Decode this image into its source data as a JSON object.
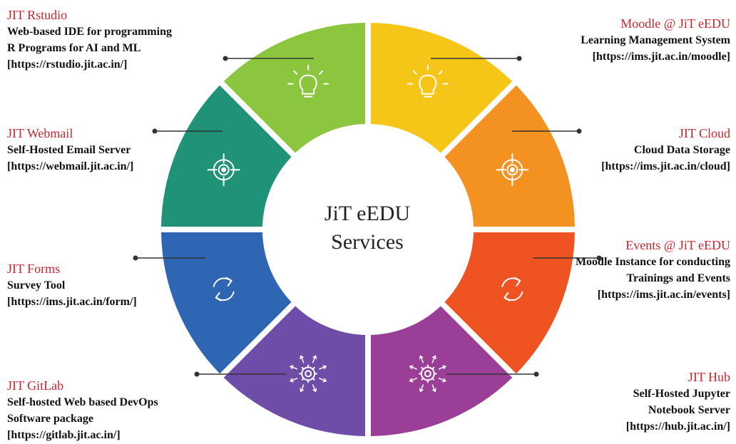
{
  "center": {
    "line1": "JiT eEDU",
    "line2": "Services"
  },
  "services": {
    "rstudio": {
      "title": "JIT Rstudio",
      "lines": [
        "Web-based IDE for programming",
        "R Programs for AI and ML",
        "[https://rstudio.jit.ac.in/]"
      ],
      "color": "#8cc63f",
      "icon": "lightbulb-icon"
    },
    "moodle": {
      "title": "Moodle @ JiT eEDU",
      "lines": [
        "Learning Management System",
        "[https://ims.jit.ac.in/moodle]"
      ],
      "color": "#f5c518",
      "icon": "lightbulb-icon"
    },
    "webmail": {
      "title": "JIT Webmail",
      "lines": [
        "Self-Hosted Email Server",
        "[https://webmail.jit.ac.in/]"
      ],
      "color": "#1f9278",
      "icon": "target-icon"
    },
    "cloud": {
      "title": "JIT Cloud",
      "lines": [
        "Cloud Data Storage",
        "[https://ims.jit.ac.in/cloud]"
      ],
      "color": "#f39220",
      "icon": "target-icon"
    },
    "forms": {
      "title": "JIT Forms",
      "lines": [
        "Survey Tool",
        "[https://ims.jit.ac.in/form/]"
      ],
      "color": "#2f66b3",
      "icon": "refresh-icon"
    },
    "events": {
      "title": "Events @ JiT eEDU",
      "lines": [
        "Moodle Instance for conducting",
        "Trainings and Events",
        "[https://ims.jit.ac.in/events]"
      ],
      "color": "#ef5322",
      "icon": "refresh-icon"
    },
    "gitlab": {
      "title": "JIT GitLab",
      "lines": [
        "Self-hosted Web based DevOps",
        "Software package",
        "[https://gitlab.jit.ac.in/]"
      ],
      "color": "#6d4da8",
      "icon": "gear-arrows-icon"
    },
    "hub": {
      "title": "JIT Hub",
      "lines": [
        "Self-Hosted Jupyter",
        "Notebook Server",
        "[https://hub.jit.ac.in/]"
      ],
      "color": "#9b3e98",
      "icon": "gear-arrows-icon"
    }
  }
}
